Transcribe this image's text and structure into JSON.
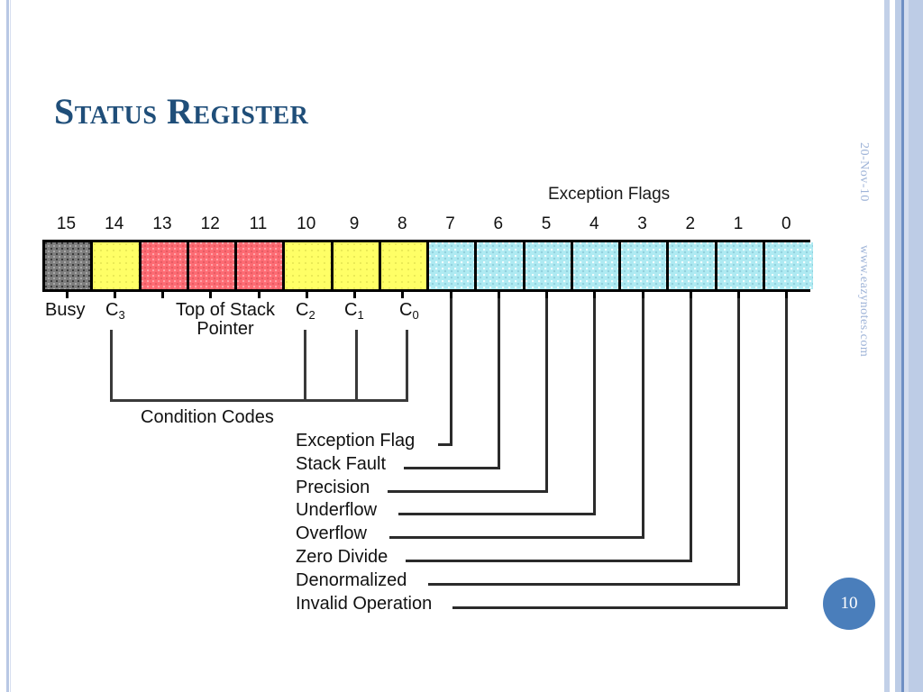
{
  "slide": {
    "title": "Status Register",
    "page_number": "10",
    "date_text": "20-Nov-10",
    "site_text": "www.eazynotes.com",
    "accent_color": "#1f4e79",
    "badge_color": "#4a7ebb"
  },
  "diagram": {
    "exception_flags_caption": "Exception Flags",
    "condition_codes_caption": "Condition Codes",
    "bit_numbers": [
      "15",
      "14",
      "13",
      "12",
      "11",
      "10",
      "9",
      "8",
      "7",
      "6",
      "5",
      "4",
      "3",
      "2",
      "1",
      "0"
    ],
    "cells": [
      {
        "bit": "15",
        "color_name": "gray",
        "color": "#7d7d7d"
      },
      {
        "bit": "14",
        "color_name": "yellow",
        "color": "#ffff66"
      },
      {
        "bit": "13",
        "color_name": "red",
        "color": "#fd6b73"
      },
      {
        "bit": "12",
        "color_name": "red",
        "color": "#fd6b73"
      },
      {
        "bit": "11",
        "color_name": "red",
        "color": "#fd6b73"
      },
      {
        "bit": "10",
        "color_name": "yellow",
        "color": "#ffff66"
      },
      {
        "bit": "9",
        "color_name": "yellow",
        "color": "#ffff66"
      },
      {
        "bit": "8",
        "color_name": "yellow",
        "color": "#ffff66"
      },
      {
        "bit": "7",
        "color_name": "cyan",
        "color": "#aeeaf2"
      },
      {
        "bit": "6",
        "color_name": "cyan",
        "color": "#aeeaf2"
      },
      {
        "bit": "5",
        "color_name": "cyan",
        "color": "#aeeaf2"
      },
      {
        "bit": "4",
        "color_name": "cyan",
        "color": "#aeeaf2"
      },
      {
        "bit": "3",
        "color_name": "cyan",
        "color": "#aeeaf2"
      },
      {
        "bit": "2",
        "color_name": "cyan",
        "color": "#aeeaf2"
      },
      {
        "bit": "1",
        "color_name": "cyan",
        "color": "#aeeaf2"
      },
      {
        "bit": "0",
        "color_name": "cyan",
        "color": "#aeeaf2"
      }
    ],
    "field_labels": [
      {
        "text": "Busy",
        "bits": "15"
      },
      {
        "text": "C",
        "sub": "3",
        "bits": "14"
      },
      {
        "text": "Top of Stack",
        "text2": "Pointer",
        "bits": "13-11"
      },
      {
        "text": "C",
        "sub": "2",
        "bits": "10"
      },
      {
        "text": "C",
        "sub": "1",
        "bits": "9"
      },
      {
        "text": "C",
        "sub": "0",
        "bits": "8"
      }
    ],
    "exception_flag_labels": [
      {
        "text": "Exception Flag",
        "bit": "7"
      },
      {
        "text": "Stack Fault",
        "bit": "6"
      },
      {
        "text": "Precision",
        "bit": "5"
      },
      {
        "text": "Underflow",
        "bit": "4"
      },
      {
        "text": "Overflow",
        "bit": "3"
      },
      {
        "text": "Zero Divide",
        "bit": "2"
      },
      {
        "text": "Denormalized",
        "bit": "1"
      },
      {
        "text": "Invalid Operation",
        "bit": "0"
      }
    ]
  }
}
